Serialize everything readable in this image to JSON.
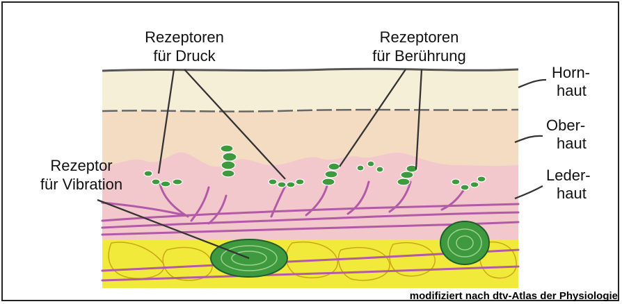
{
  "labels": {
    "druck_line1": "Rezeptoren",
    "druck_line2": "für Druck",
    "beruehrung_line1": "Rezeptoren",
    "beruehrung_line2": "für Berührung",
    "vibration_line1": "Rezeptor",
    "vibration_line2": "für Vibration",
    "hornhaut_line1": "Horn-",
    "hornhaut_line2": "haut",
    "oberhaut_line1": "Ober-",
    "oberhaut_line2": "haut",
    "lederhaut_line1": "Leder-",
    "lederhaut_line2": "haut"
  },
  "credit": "modifiziert nach dtv-Atlas der Physiologie",
  "colors": {
    "hornhaut": "#f6efd8",
    "oberhaut": "#f3dcc2",
    "lederhaut": "#f2c8cc",
    "fat": "#f2ea3a",
    "nerve": "#b25aa8",
    "receptor_green": "#3f9a3f"
  }
}
